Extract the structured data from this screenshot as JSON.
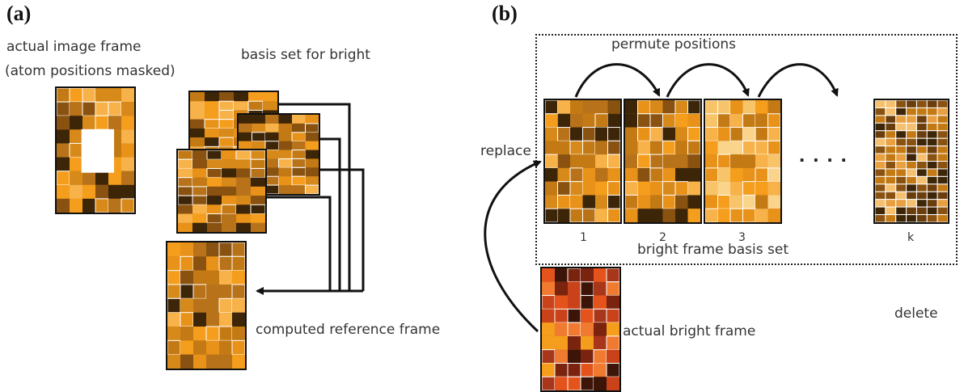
{
  "panel_a": {
    "letter": "(a)",
    "actual_image_label_1": "actual image frame",
    "actual_image_label_2": "(atom positions masked)",
    "basis_label": "basis set for bright",
    "reference_label": "computed reference frame"
  },
  "panel_b": {
    "letter": "(b)",
    "permute_label": "permute positions",
    "replace_label": "replace",
    "basis_set_label": "bright frame basis set",
    "delete_label": "delete",
    "actual_bright_label": "actual bright frame",
    "frame_indices": [
      "1",
      "2",
      "3",
      "k"
    ],
    "ellipsis": "...."
  },
  "colors": {
    "orange": "#f59d1c",
    "amber": "#d7891a",
    "brown": "#8a5210",
    "dark": "#3d2508",
    "red_orange": "#e5531c"
  }
}
